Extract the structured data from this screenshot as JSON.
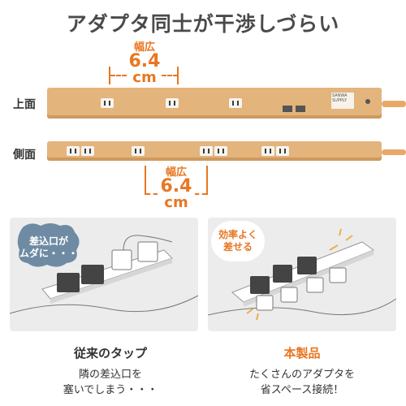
{
  "title": "アダプタ同士が干渉しづらい",
  "views": {
    "top": "上面",
    "side": "側面"
  },
  "measure_top": {
    "label": "幅広",
    "value": "6.4",
    "unit": "cm"
  },
  "measure_side": {
    "label": "幅広",
    "value": "6.4",
    "unit": "cm"
  },
  "brand_text": "SANWA SUPPLY",
  "bubble_left": {
    "line1": "差込口が",
    "line2": "ムダに・・・"
  },
  "bubble_right": {
    "line1": "効率よく",
    "line2": "差せる"
  },
  "left_panel": {
    "title": "従来のタップ",
    "desc1": "隣の差込口を",
    "desc2": "塞いでしまう・・・"
  },
  "right_panel": {
    "title": "本製品",
    "desc1": "たくさんのアダプタを",
    "desc2": "省スペース接続！"
  },
  "colors": {
    "accent": "#e87722",
    "wood": "#e4b57d",
    "wood_dark": "#c8925a",
    "cord": "#e8a868",
    "panel_bg": "#ececec"
  }
}
